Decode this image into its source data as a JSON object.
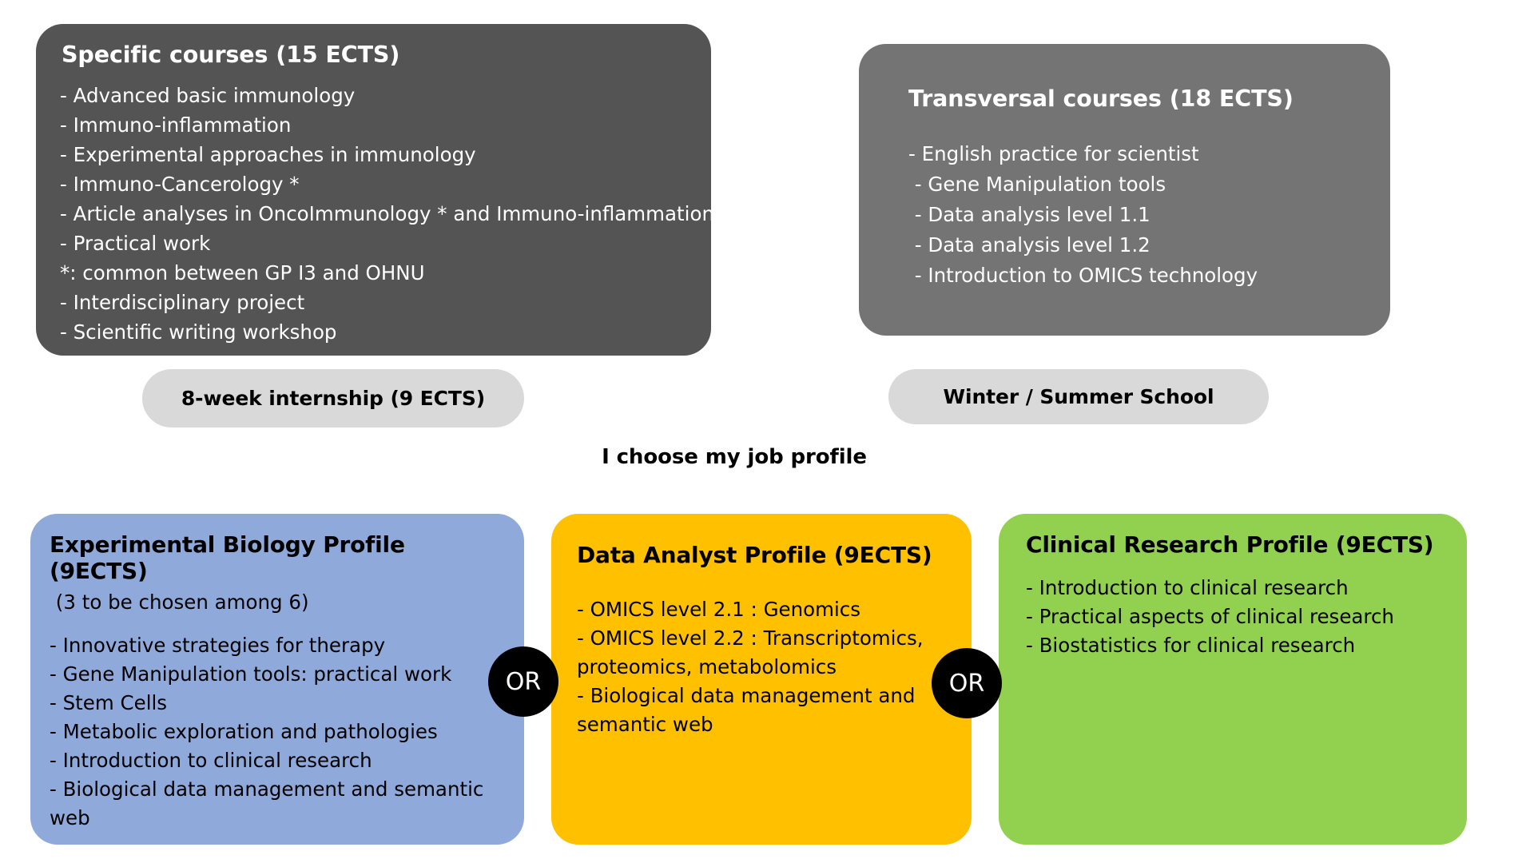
{
  "specific_courses": {
    "title": "Specific courses (15 ECTS)",
    "items": [
      "- Advanced basic immunology",
      "- Immuno-inflammation",
      "- Experimental approaches in immunology",
      "- Immuno-Cancerology *",
      "- Article analyses in OncoImmunology * and Immuno-inflammation",
      "- Practical work",
      "*: common between GP I3 and OHNU",
      "- Interdisciplinary project",
      "- Scientific writing workshop"
    ],
    "color": "#545454"
  },
  "transversal_courses": {
    "title": "Transversal courses (18 ECTS)",
    "items": [
      "- English practice for scientist",
      " - Gene Manipulation tools",
      " - Data analysis level 1.1",
      " - Data analysis level 1.2",
      " - Introduction to OMICS technology"
    ],
    "color": "#747474"
  },
  "pills": {
    "internship": "8-week internship (9 ECTS)",
    "school": "Winter / Summer School",
    "color": "#d9d9d9"
  },
  "choose_heading": "I choose my job profile",
  "connectors": {
    "or_1": "OR",
    "or_2": "OR",
    "color": "#000000"
  },
  "profiles": [
    {
      "title": "Experimental Biology Profile (9ECTS)",
      "subtitle": " (3 to be chosen among 6)",
      "items": [
        "- Innovative strategies for therapy",
        "- Gene Manipulation tools: practical work",
        "- Stem Cells",
        "- Metabolic exploration and pathologies",
        "- Introduction to clinical research",
        "- Biological data management and semantic web"
      ],
      "color": "#8FA9DA"
    },
    {
      "title": "Data Analyst Profile (9ECTS)",
      "subtitle": "",
      "items": [
        "- OMICS level 2.1 : Genomics",
        "- OMICS level 2.2 : Transcriptomics, proteomics, metabolomics",
        "- Biological data management and semantic web"
      ],
      "color": "#FFC000"
    },
    {
      "title": "Clinical Research Profile (9ECTS)",
      "subtitle": "",
      "items": [
        "- Introduction to clinical research",
        "- Practical aspects of clinical research",
        "- Biostatistics for clinical research"
      ],
      "color": "#92D050"
    }
  ]
}
